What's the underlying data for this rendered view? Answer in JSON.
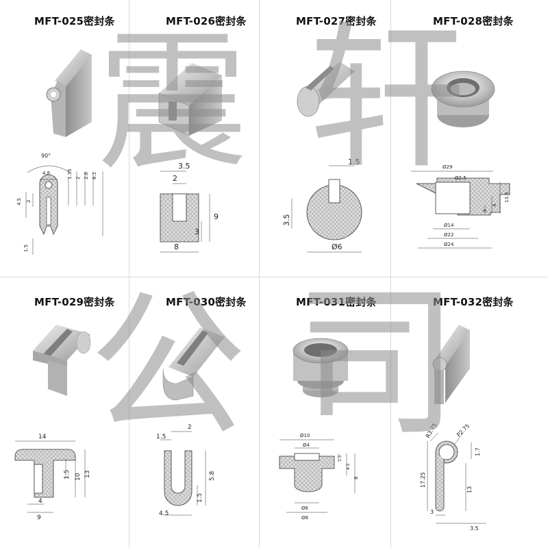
{
  "panels": [
    {
      "id": "025",
      "title": "MFT-025密封条",
      "dims": [
        "90°",
        "4.8",
        "1.35",
        "2",
        "2.6",
        "6.1",
        "4.5",
        "2",
        "1.5"
      ]
    },
    {
      "id": "026",
      "title": "MFT-026密封条",
      "dims": [
        "3.5",
        "2",
        "9",
        "3",
        "8"
      ]
    },
    {
      "id": "027",
      "title": "MFT-027密封条",
      "dims": [
        "1.5",
        "3.5",
        "Ø6"
      ]
    },
    {
      "id": "028",
      "title": "MFT-028密封条",
      "dims": [
        "Ø29",
        "Ø2.5",
        "13.5",
        "4",
        "3",
        "Ø14",
        "Ø22",
        "Ø24"
      ]
    },
    {
      "id": "029",
      "title": "MFT-029密封条",
      "dims": [
        "14",
        "1.5",
        "10",
        "13",
        "4",
        "9"
      ]
    },
    {
      "id": "030",
      "title": "MFT-030密封条",
      "dims": [
        "1.5",
        "2",
        "5.8",
        "1.5",
        "4.5"
      ]
    },
    {
      "id": "031",
      "title": "MFT-031密封条",
      "dims": [
        "Ø10",
        "Ø4",
        "1.5",
        "4.5",
        "8",
        "Ø6",
        "Ø8"
      ]
    },
    {
      "id": "032",
      "title": "MFT-032密封条",
      "dims": [
        "R3.75",
        "P2.75",
        "1.7",
        "17.25",
        "13",
        "3",
        "3.5"
      ]
    }
  ],
  "watermark": [
    "震",
    "轩",
    "公",
    "司"
  ],
  "colors": {
    "profile": "#d9d9d9",
    "hatch": "#a9a9a9",
    "outline": "#333333",
    "watermark": "#8c8c8c"
  }
}
